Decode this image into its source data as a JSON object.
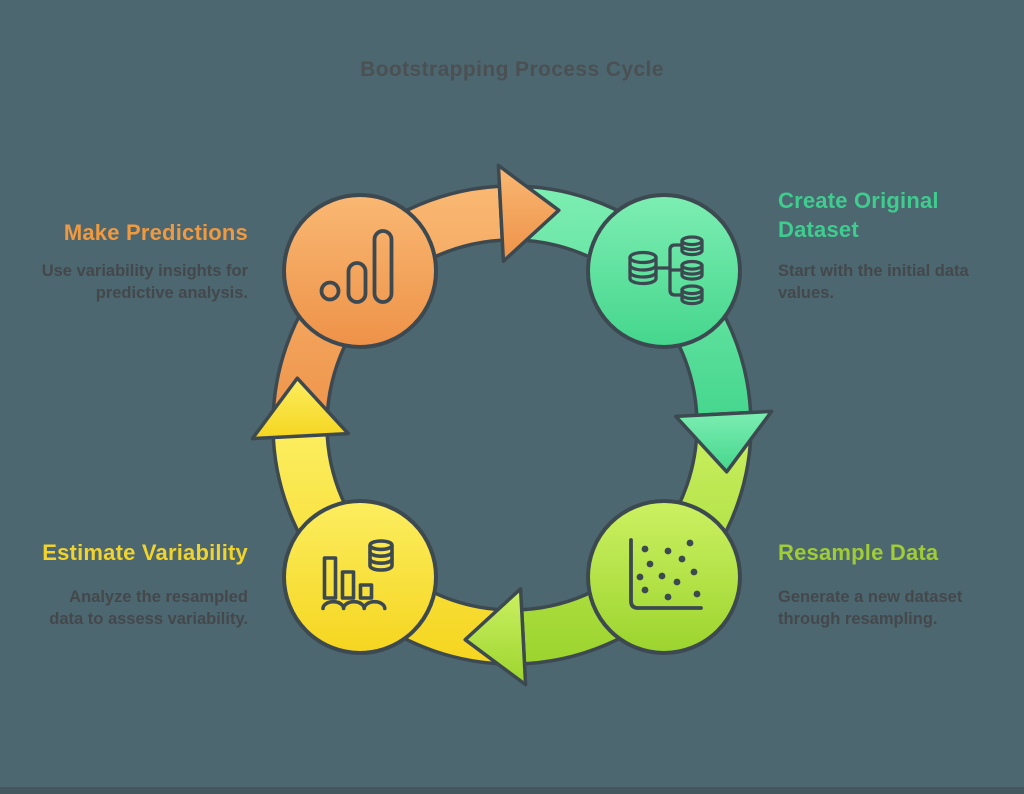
{
  "title": "Bootstrapping Process Cycle",
  "colors": {
    "background": "#4c6770",
    "outline": "#3d4951",
    "title_text": "#4b5053",
    "body_text": "#44484b",
    "green": "#3ecd8e",
    "lime": "#a0cc35",
    "yellow": "#f1d32b",
    "orange": "#f0993f"
  },
  "steps": [
    {
      "id": "create-original-dataset",
      "position": "top-right",
      "color": "#3ecd8e",
      "icon": "database-branch-icon",
      "title": "Create Original Dataset",
      "title_lines": [
        "Create Original",
        "Dataset"
      ],
      "description": "Start with the initial data values.",
      "desc_lines": [
        "Start with the initial data",
        "values."
      ]
    },
    {
      "id": "resample-data",
      "position": "bottom-right",
      "color": "#a0cc35",
      "icon": "scatter-plot-icon",
      "title": "Resample Data",
      "title_lines": [
        "Resample Data"
      ],
      "description": "Generate a new dataset through resampling.",
      "desc_lines": [
        "Generate a new dataset",
        "through resampling."
      ]
    },
    {
      "id": "estimate-variability",
      "position": "bottom-left",
      "color": "#f1d32b",
      "icon": "bar-chart-database-icon",
      "title": "Estimate Variability",
      "title_lines": [
        "Estimate Variability"
      ],
      "description": "Analyze the resampled data to assess variability.",
      "desc_lines": [
        "Analyze the resampled",
        "data to assess variability."
      ]
    },
    {
      "id": "make-predictions",
      "position": "top-left",
      "color": "#f0993f",
      "icon": "analytics-chart-icon",
      "title": "Make Predictions",
      "title_lines": [
        "Make Predictions"
      ],
      "description": "Use variability insights for predictive analysis.",
      "desc_lines": [
        "Use variability insights for",
        "predictive analysis."
      ]
    }
  ]
}
